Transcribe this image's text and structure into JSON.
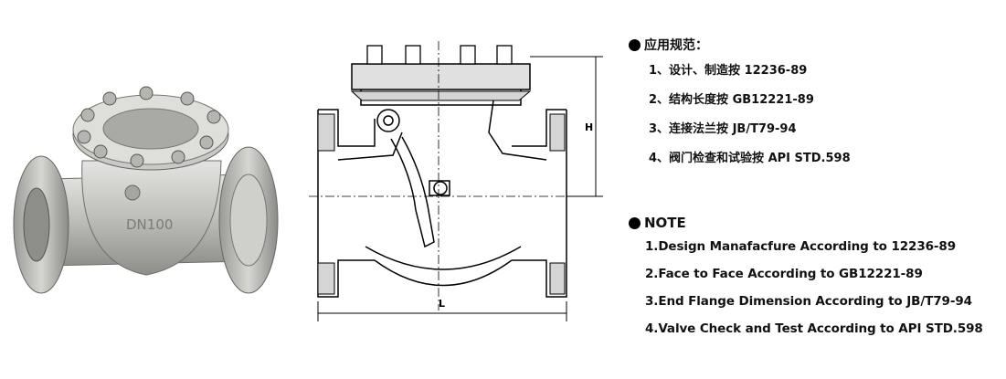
{
  "photo": {
    "casting_text": "DN100"
  },
  "drawing": {
    "dim_height": "H",
    "dim_length": "L"
  },
  "notes_cn": {
    "heading": "应用规范：",
    "items": [
      "1、设计、制造按 12236-89",
      "2、结构长度按 GB12221-89",
      "3、连接法兰按  JB/T79-94",
      "4、阀门检查和试验按 API STD.598"
    ]
  },
  "notes_en": {
    "heading": "NOTE",
    "items": [
      "1.Design Manafacfure According to 12236-89",
      "2.Face to Face According to GB12221-89",
      "3.End Flange Dimension According to  JB/T79-94",
      "4.Valve Check and Test According to API STD.598"
    ]
  }
}
